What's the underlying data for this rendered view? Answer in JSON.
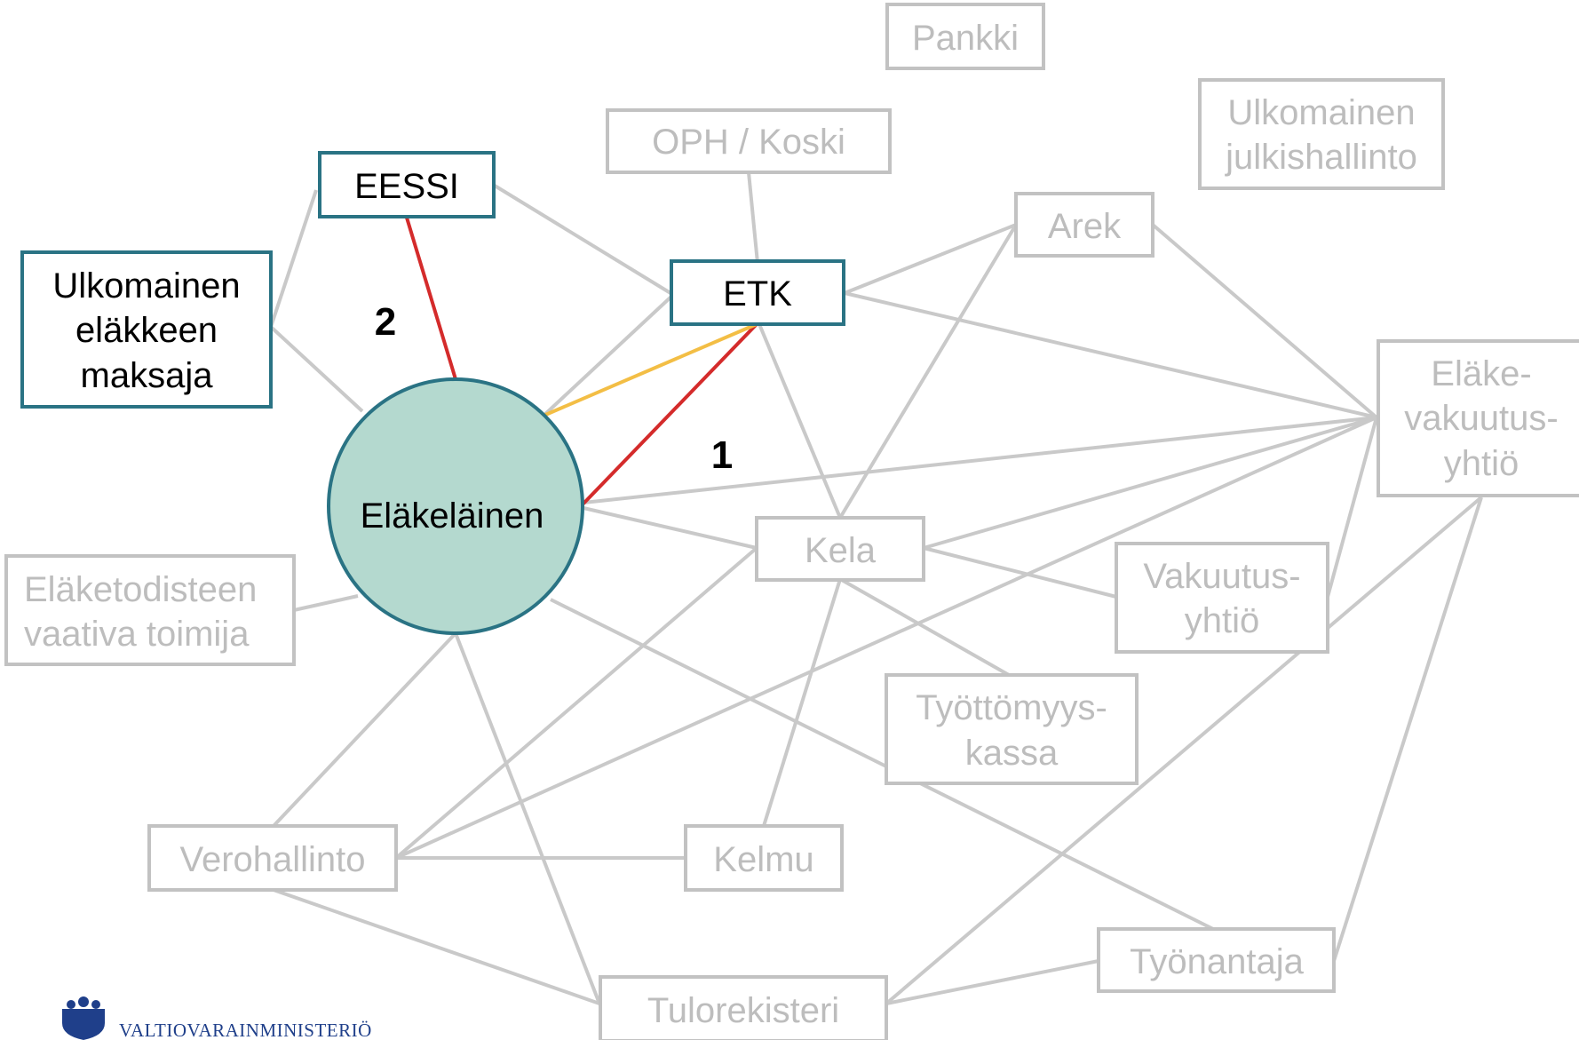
{
  "colors": {
    "gray_stroke": "#c2c2c2",
    "gray_text": "#bdbdbd",
    "teal_stroke": "#2a7384",
    "circle_fill": "#b4d9cf",
    "red_edge": "#d42b2b",
    "orange_edge": "#f3be45",
    "logo_blue": "#1f3f8a"
  },
  "nodes": {
    "pankki": [
      "Pankki"
    ],
    "oph": [
      "OPH / Koski"
    ],
    "ulkomainen_julkis": [
      "Ulkomainen",
      "julkishallinto"
    ],
    "eessi": [
      "EESSI"
    ],
    "ulkomainen_maksaja": [
      "Ulkomainen",
      "eläkkeen",
      "maksaja"
    ],
    "etk": [
      "ETK"
    ],
    "arek": [
      "Arek"
    ],
    "elakevakuutusyhtio": [
      "Eläke-",
      "vakuutus-",
      "yhtiö"
    ],
    "elakelainen": [
      "Eläkeläinen"
    ],
    "kela": [
      "Kela"
    ],
    "vakuutusyhtio": [
      "Vakuutus-",
      "yhtiö"
    ],
    "elaketodisteen": [
      "Eläketodisteen",
      "vaativa toimija"
    ],
    "tyottomyyskassa": [
      "Työttömyys-",
      "kassa"
    ],
    "verohallinto": [
      "Verohallinto"
    ],
    "kelmu": [
      "Kelmu"
    ],
    "tyonantaja": [
      "Työnantaja"
    ],
    "tulorekisteri": [
      "Tulorekisteri"
    ]
  },
  "labels": {
    "path_1": "1",
    "path_2": "2"
  },
  "logo": {
    "icon": "coat-of-arms-icon",
    "text": "VALTIOVARAINMINISTERIÖ"
  }
}
